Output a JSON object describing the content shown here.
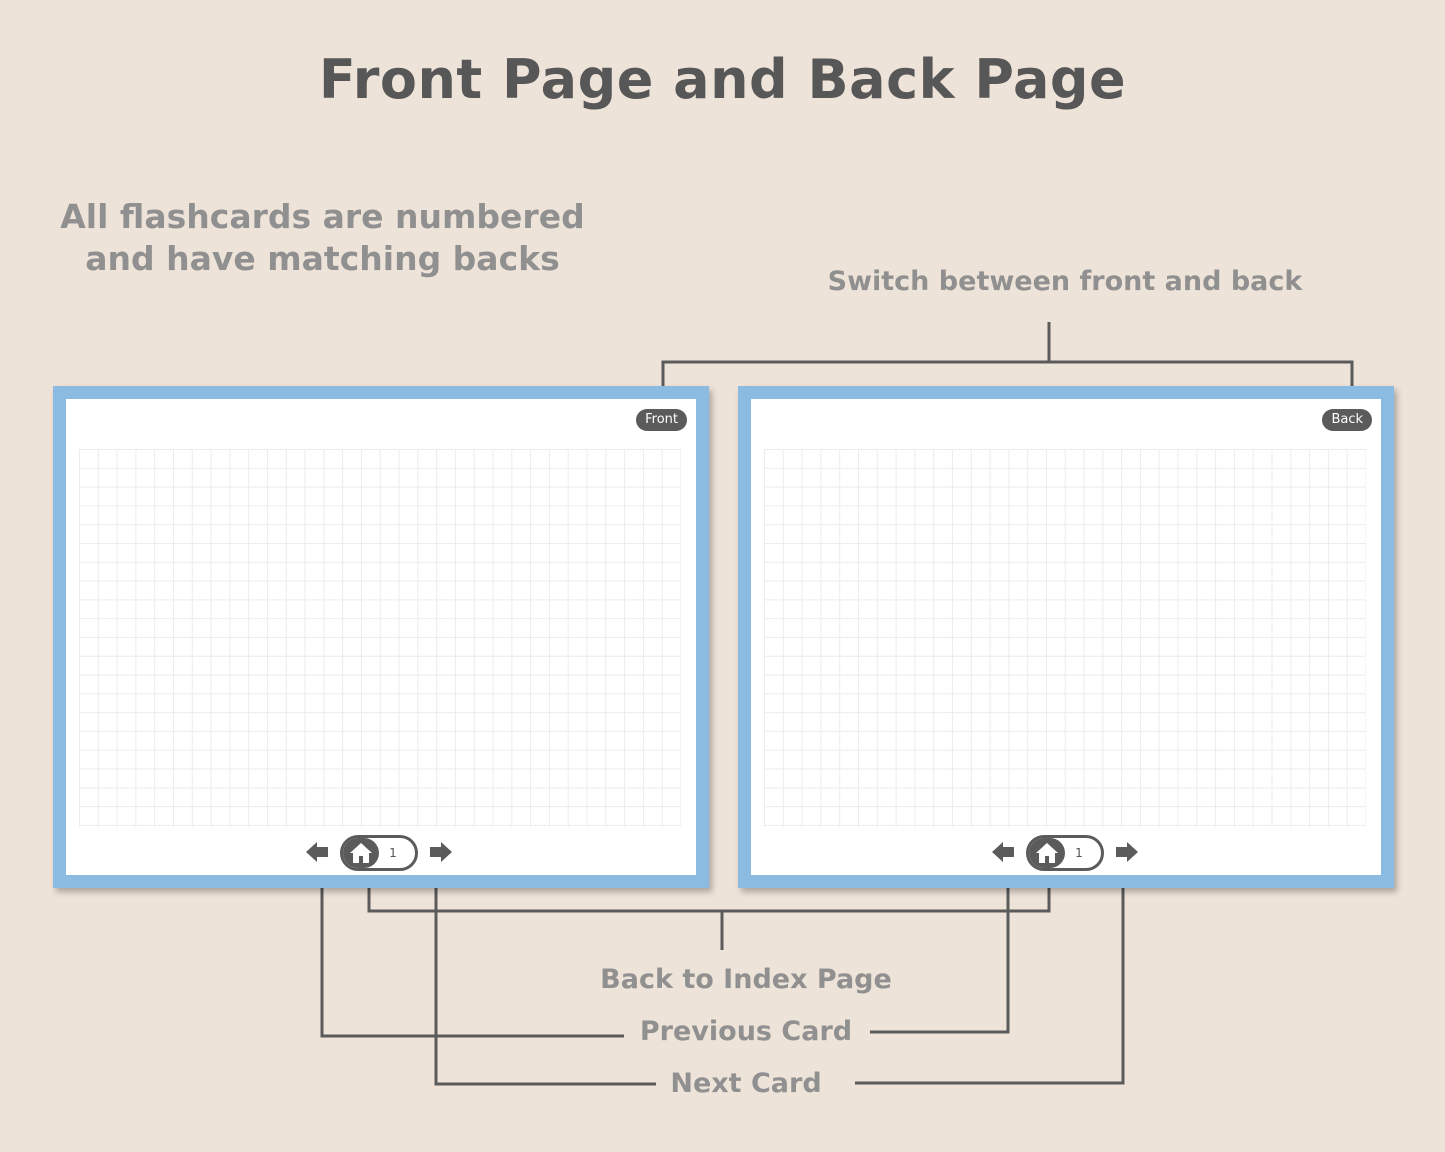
{
  "title": "Front Page and Back Page",
  "notes": {
    "numbered_line1": "All flashcards are numbered",
    "numbered_line2": "and have matching backs",
    "switch": "Switch between front and back"
  },
  "cards": [
    {
      "badge": "Front",
      "page_number": "1"
    },
    {
      "badge": "Back",
      "page_number": "1"
    }
  ],
  "labels": {
    "index": "Back to Index Page",
    "previous": "Previous Card",
    "next": "Next Card"
  },
  "colors": {
    "background": "#eee3d9",
    "card_border": "#8bbbe0",
    "text_dark": "#575757",
    "text_muted": "#909090",
    "control": "#5b5b5b"
  }
}
